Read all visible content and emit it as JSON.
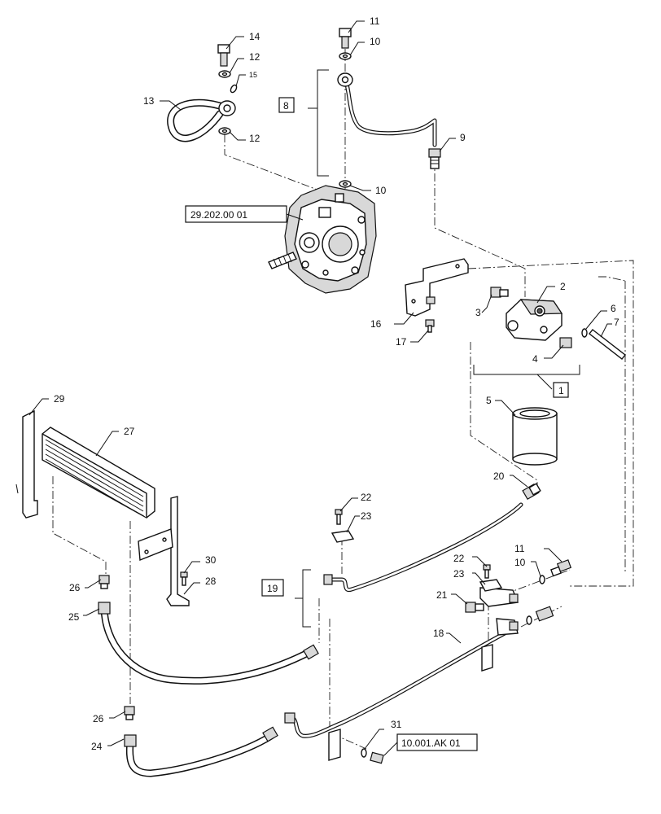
{
  "callouts": {
    "c1": "1",
    "c2": "2",
    "c3": "3",
    "c4": "4",
    "c5": "5",
    "c6": "6",
    "c7": "7",
    "c8": "8",
    "c9": "9",
    "c10a": "10",
    "c10b": "10",
    "c10c": "10",
    "c11a": "11",
    "c11b": "11",
    "c12a": "12",
    "c12b": "12",
    "c13": "13",
    "c14": "14",
    "c15": "15",
    "c16": "16",
    "c17": "17",
    "c18": "18",
    "c19": "19",
    "c20": "20",
    "c21": "21",
    "c22a": "22",
    "c22b": "22",
    "c23a": "23",
    "c23b": "23",
    "c24": "24",
    "c25": "25",
    "c26a": "26",
    "c26b": "26",
    "c27": "27",
    "c28": "28",
    "c29": "29",
    "c30": "30",
    "c31": "31"
  },
  "references": {
    "transmission_ref": "29.202.00 01",
    "bracket_ref": "10.001.AK 01"
  }
}
